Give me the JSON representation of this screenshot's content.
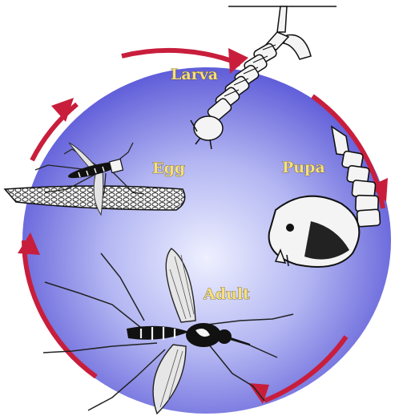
{
  "stages": {
    "egg": "Egg",
    "larva": "Larva",
    "pupa": "Pupa",
    "adult": "Adult"
  },
  "colors": {
    "label_fill": "#f7e07a",
    "cycle_ring": "#c81e3c",
    "disc_center": "#e6e8fa",
    "disc_edge": "#4a4ad0",
    "insect_ink": "#111111",
    "insect_body": "#f4f4f4"
  },
  "icons": {
    "egg": "egg-raft-with-mosquito-icon",
    "larva": "mosquito-larva-icon",
    "pupa": "mosquito-pupa-icon",
    "adult": "adult-mosquito-icon"
  }
}
